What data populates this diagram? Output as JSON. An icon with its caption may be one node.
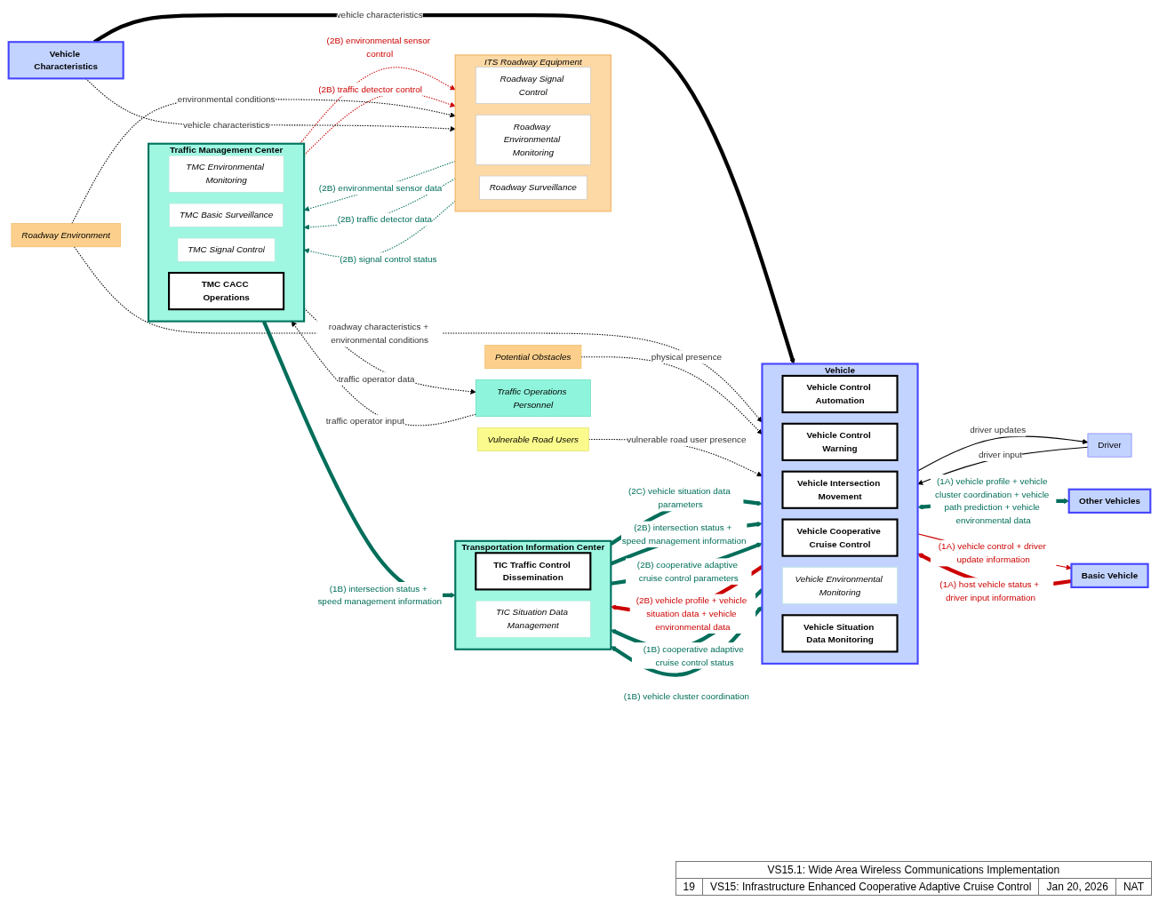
{
  "diagram": {
    "nodes": [
      {
        "text": [
          "Traffic Operations Personnel"
        ]
      },
      {
        "text": [
          "ITS Roadway Equipment"
        ]
      },
      {
        "text": [
          "Roadway Signal Control"
        ],
        "in": 1
      },
      {
        "text": [
          "Roadway Environmental Monitoring"
        ],
        "in": 1
      },
      {
        "text": [
          "Roadway Surveillance"
        ],
        "in": 1
      },
      {
        "text": [
          "Traffic Management Center"
        ]
      },
      {
        "text": [
          "TMC Environmental Monitoring"
        ],
        "in": 5
      },
      {
        "text": [
          "TMC Basic Surveillance"
        ],
        "in": 5
      },
      {
        "text": [
          "TMC Signal Control"
        ],
        "in": 5
      },
      {
        "text": [
          "TMC CACC Operations"
        ],
        "in": 5
      },
      {
        "text": [
          "Driver"
        ]
      },
      {
        "text": [
          "Vehicle"
        ]
      },
      {
        "text": [
          "Vehicle Control Automation"
        ],
        "in": 11
      },
      {
        "text": [
          "Vehicle Control Warning"
        ],
        "in": 11
      },
      {
        "text": [
          "Vehicle Intersection Movement"
        ],
        "in": 11
      },
      {
        "text": [
          "Vehicle Cooperative Cruise Control"
        ],
        "in": 11
      },
      {
        "text": [
          "Vehicle Environmental Monitoring"
        ],
        "in": 11
      },
      {
        "text": [
          "Vehicle Situation Data Monitoring"
        ],
        "in": 11
      },
      {
        "text": [
          "Vehicle Characteristics"
        ]
      },
      {
        "text": [
          "Roadway Environment"
        ]
      },
      {
        "text": [
          "Potential Obstacles"
        ]
      },
      {
        "text": [
          "Vulnerable Road Users"
        ]
      },
      {
        "text": [
          "Transportation Information Center"
        ]
      },
      {
        "text": [
          "TIC Traffic Control Dissemination"
        ],
        "in": 22
      },
      {
        "text": [
          "TIC Situation Data Management"
        ],
        "in": 22
      },
      {
        "text": [
          "Other Vehicles"
        ]
      },
      {
        "text": [
          "Basic Vehicle"
        ]
      }
    ],
    "edges": [
      {
        "from": 0,
        "to": 5,
        "arrow": "to",
        "label": "traffic operator input",
        "style": "dashed"
      },
      {
        "from": 5,
        "to": 0,
        "arrow": "to",
        "label": "traffic operator data",
        "style": "dashed"
      },
      {
        "from": 5,
        "to": 1,
        "arrow": "to",
        "label": "(2B) environmental sensor control",
        "style": "dashed",
        "color": "#cc0000"
      },
      {
        "from": 1,
        "to": 5,
        "arrow": "to",
        "label": "(2B) environmental sensor data",
        "style": "dashed",
        "color": "#006e5a"
      },
      {
        "from": 5,
        "to": 1,
        "arrow": "to",
        "label": "(2B) traffic detector control",
        "style": "dashed",
        "color": "#cc0000"
      },
      {
        "from": 1,
        "to": 5,
        "arrow": "to",
        "label": "(2B) traffic detector data",
        "style": "dashed",
        "color": "#006e5a"
      },
      {
        "from": 1,
        "to": 5,
        "arrow": "to",
        "label": "(2B) signal control status",
        "style": "dashed",
        "color": "#006e5a"
      },
      {
        "from": 19,
        "to": 1,
        "arrow": "to",
        "label": "environmental conditions",
        "style": "dashed"
      },
      {
        "from": 18,
        "to": 1,
        "arrow": "to",
        "label": "vehicle characteristics",
        "style": "dashed"
      },
      {
        "from": 10,
        "to": 11,
        "arrow": "to",
        "label": "driver input"
      },
      {
        "from": 11,
        "to": 10,
        "arrow": "to",
        "label": "driver updates"
      },
      {
        "from": 18,
        "to": 11,
        "arrow": "to",
        "label": "vehicle characteristics",
        "style": "thick"
      },
      {
        "from": 19,
        "to": 11,
        "arrow": "to",
        "label": "roadway characteristics + environmental conditions",
        "style": "dashed"
      },
      {
        "from": 20,
        "to": 11,
        "arrow": "to",
        "label": "physical presence",
        "style": "dashed"
      },
      {
        "from": 21,
        "to": 11,
        "arrow": "to",
        "label": "vulnerable road user presence",
        "style": "dashed"
      },
      {
        "from": 11,
        "to": 25,
        "arrow": "both",
        "label": "(1A) vehicle profile + vehicle cluster coordination + vehicle path prediction + vehicle environmental data",
        "style": "thick",
        "color": "#006e5a"
      },
      {
        "from": 26,
        "to": 11,
        "arrow": "to",
        "label": "(1A) host vehicle status + driver input information",
        "style": "thick",
        "color": "#cc0000"
      },
      {
        "from": 11,
        "to": 26,
        "arrow": "to",
        "label": "(1A) vehicle control + driver update information",
        "color": "#cc0000"
      },
      {
        "from": 5,
        "to": 22,
        "arrow": "to",
        "label": "(1B) intersection status + speed management information",
        "style": "thick",
        "color": "#006e5a"
      },
      {
        "from": 22,
        "to": 11,
        "arrow": "to",
        "label": "(2C) vehicle situation data parameters",
        "style": "thick",
        "color": "#006e5a"
      },
      {
        "from": 11,
        "to": 22,
        "arrow": "to",
        "label": "(2B) vehicle profile + vehicle situation data + vehicle environmental data",
        "style": "thick",
        "color": "#cc0000"
      },
      {
        "from": 22,
        "to": 11,
        "arrow": "to",
        "label": "(2B) intersection status + speed management information",
        "style": "thick",
        "color": "#006e5a"
      },
      {
        "from": 22,
        "to": 11,
        "arrow": "to",
        "label": "(2B) cooperative adaptive cruise control parameters",
        "style": "thick",
        "color": "#006e5a"
      },
      {
        "from": 11,
        "to": 22,
        "arrow": "to",
        "label": "(1B) cooperative adaptive cruise control status",
        "style": "thick",
        "color": "#006e5a"
      },
      {
        "from": 11,
        "to": 22,
        "arrow": "both",
        "label": "(1B) vehicle cluster coordination",
        "style": "thick",
        "color": "#006e5a"
      }
    ],
    "labels": [
      "VS15.1: Wide Area Wireless Communications Implementation",
      "19",
      "VS15: Infrastructure Enhanced Cooperative Adaptive Cruise Control",
      "Jan 20, 2026",
      "NAT"
    ]
  }
}
